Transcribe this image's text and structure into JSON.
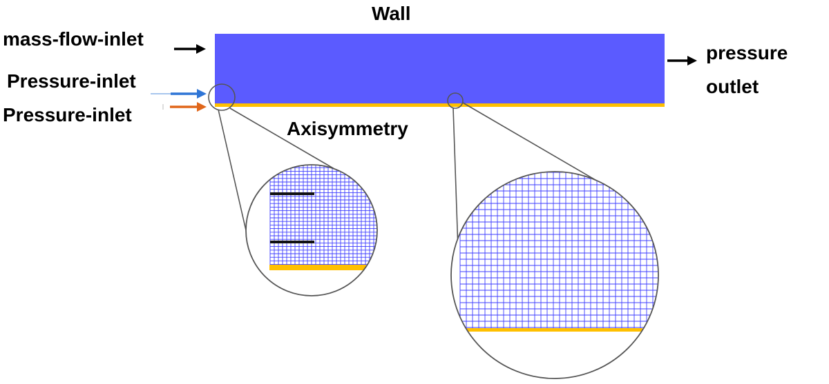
{
  "labels": {
    "wall": "Wall",
    "mass_flow_inlet": "mass-flow-inlet",
    "pressure_inlet_upper": "Pressure-inlet",
    "pressure_inlet_lower": "Pressure-inlet",
    "pressure_outlet_line1": "pressure",
    "pressure_outlet_line2": "outlet",
    "axisymmetry": "Axisymmetry"
  },
  "colors": {
    "domain_fill": "#5b5bff",
    "axis_line": "#ffc000",
    "mesh_line": "#3b3bff",
    "mesh_background": "#ffffff",
    "pressure_inlet_upper_arrow": "#2e75d6",
    "pressure_inlet_lower_arrow": "#e0661a",
    "arrow_black": "#000000",
    "inlet_wall_mark": "#111111",
    "outline": "#555555"
  },
  "icons": {
    "arrows": "arrow-right-icon"
  }
}
